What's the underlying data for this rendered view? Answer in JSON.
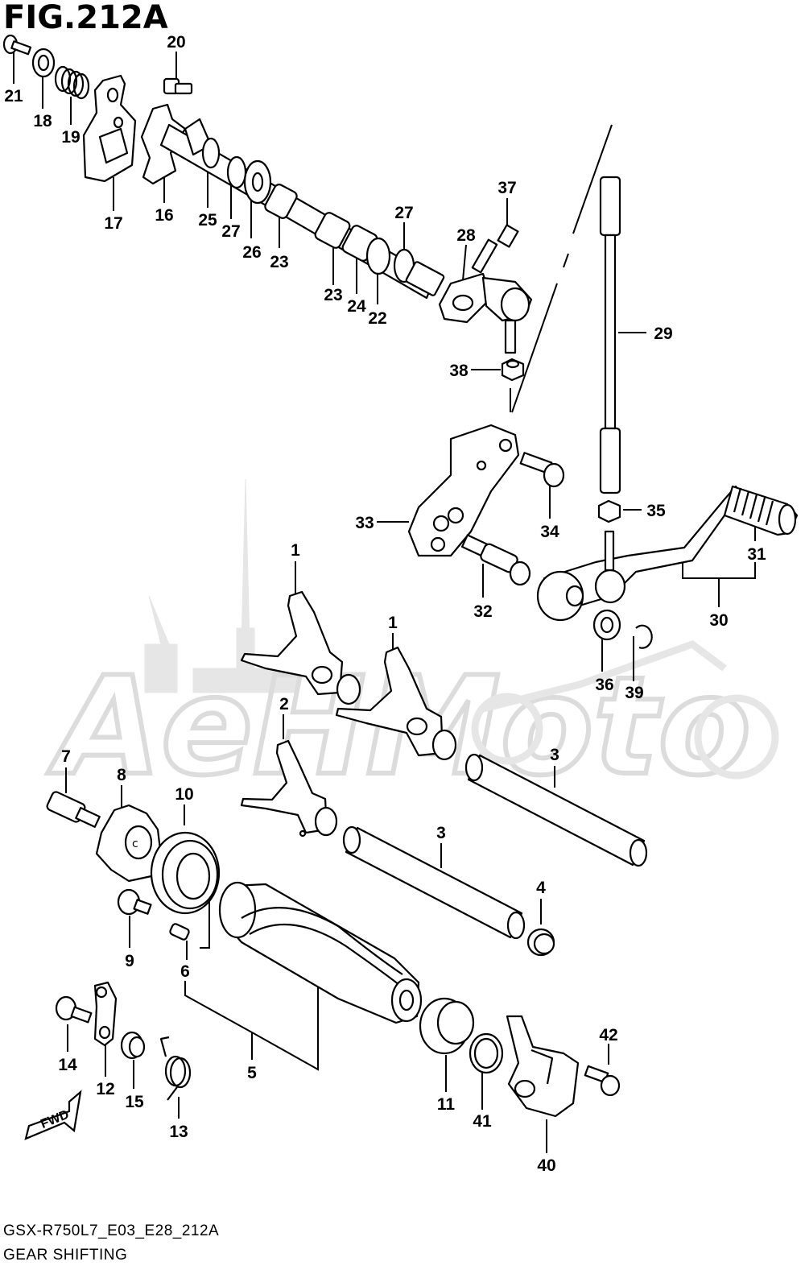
{
  "title": "FIG.212A",
  "footer": {
    "code": "GSX-R750L7_E03_E28_212A",
    "name": "GEAR SHIFTING"
  },
  "watermark": "AeHMoto",
  "fwd_label": "FWD",
  "callouts": [
    "21",
    "18",
    "19",
    "20",
    "17",
    "16",
    "25",
    "27",
    "26",
    "23",
    "23",
    "24",
    "22",
    "27",
    "28",
    "37",
    "38",
    "29",
    "33",
    "34",
    "35",
    "32",
    "31",
    "30",
    "36",
    "39",
    "1",
    "1",
    "2",
    "3",
    "3",
    "4",
    "7",
    "8",
    "10",
    "9",
    "6",
    "5",
    "14",
    "12",
    "15",
    "13",
    "11",
    "41",
    "40",
    "42"
  ],
  "colors": {
    "ink": "#000000",
    "paper": "#ffffff",
    "watermark": "#e4e4e4"
  }
}
